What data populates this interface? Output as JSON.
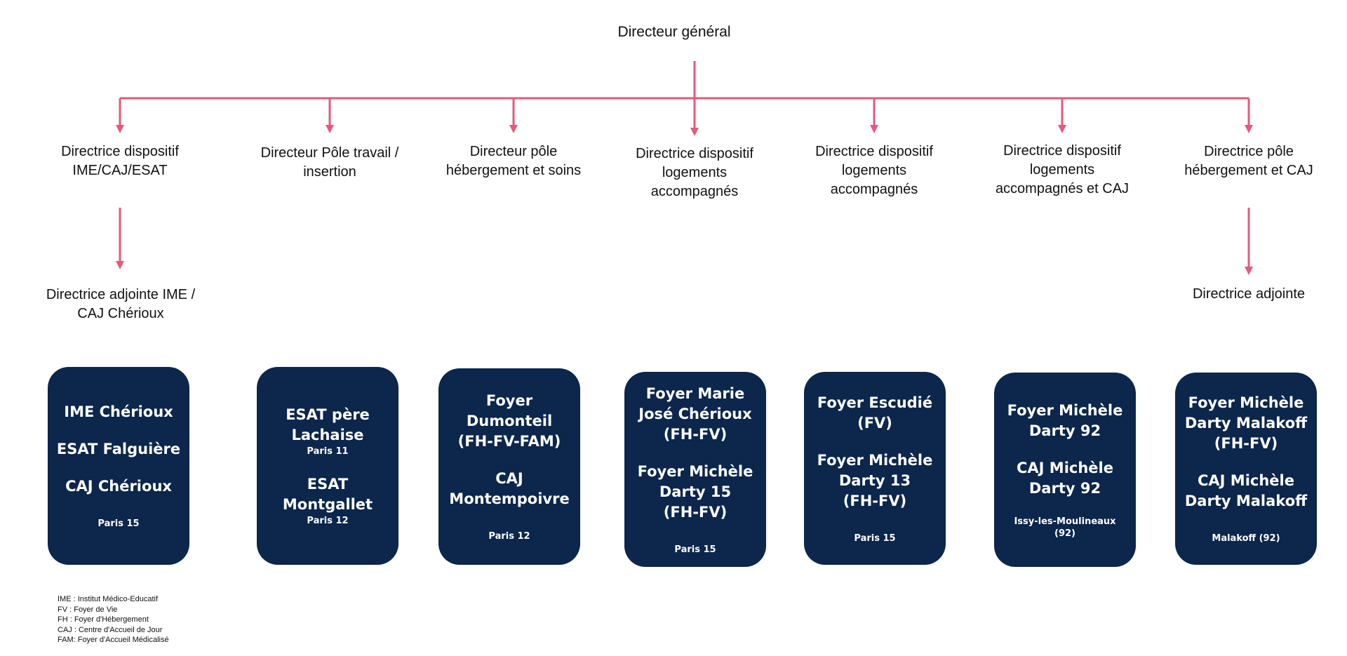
{
  "chart": {
    "title": "Directeur général",
    "accent_color": "#e35a7e",
    "box_color": "#0c264c",
    "directors": [
      {
        "title": "Directrice dispositif\nIME/CAJ/ESAT",
        "deputy": "Directrice adjointe IME /\nCAJ Chérioux"
      },
      {
        "title": "Directeur Pôle travail /\ninsertion"
      },
      {
        "title": "Directeur pôle\nhébergement et soins"
      },
      {
        "title": "Directrice dispositif\nlogements\naccompagnés"
      },
      {
        "title": "Directrice dispositif\nlogements\naccompagnés"
      },
      {
        "title": "Directrice dispositif\nlogements\naccompagnés et CAJ"
      },
      {
        "title": "Directrice pôle\nhébergement et CAJ",
        "deputy": "Directrice adjointe"
      }
    ],
    "units": [
      {
        "l1": "IME Chérioux",
        "l2": "ESAT Falguière",
        "l3": "CAJ Chérioux",
        "place": "Paris 15"
      },
      {
        "l1": "ESAT père\nLachaise",
        "p1": "Paris 11",
        "l2": "ESAT\nMontgallet",
        "p2": "Paris 12"
      },
      {
        "l1": "Foyer\nDumonteil\n(FH-FV-FAM)",
        "l2": "CAJ\nMontempoivre",
        "place": "Paris 12"
      },
      {
        "l1": "Foyer Marie\nJosé Chérioux\n(FH-FV)",
        "l2": "Foyer Michèle\nDarty 15\n(FH-FV)",
        "place": "Paris 15"
      },
      {
        "l1": "Foyer Escudié\n(FV)",
        "l2": "Foyer Michèle\nDarty 13\n(FH-FV)",
        "place": "Paris 15"
      },
      {
        "l1": "Foyer Michèle\nDarty 92",
        "l2": "CAJ Michèle\nDarty 92",
        "place": "Issy-les-Moulineaux\n(92)"
      },
      {
        "l1": "Foyer Michèle\nDarty Malakoff\n(FH-FV)",
        "l2": "CAJ Michèle\nDarty Malakoff",
        "place": "Malakoff (92)"
      }
    ]
  },
  "legend": [
    "IME : Institut Médico-Educatif",
    "FV : Foyer de Vie",
    "FH : Foyer d'Hébergement",
    "CAJ : Centre d'Accueil de Jour",
    "FAM: Foyer d'Accueil Médicalisé"
  ]
}
